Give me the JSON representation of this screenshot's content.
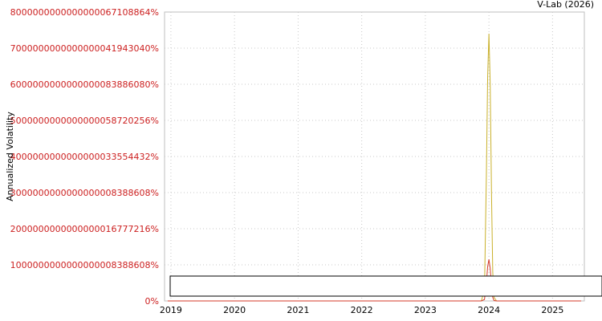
{
  "chart_data": {
    "type": "line",
    "title": "",
    "credit": "V-Lab (2026)",
    "xlabel": "",
    "ylabel": "Annualized Volatility",
    "x_ticks": [
      "2019",
      "2020",
      "2021",
      "2022",
      "2023",
      "2024",
      "2025"
    ],
    "y_ticks": [
      "0%",
      "1000000000000000008388608%",
      "2000000000000000016777216%",
      "3000000000000000008388608%",
      "4000000000000000033554432%",
      "5000000000000000058720256%",
      "6000000000000000083886080%",
      "7000000000000000041943040%",
      "8000000000000000067108864%"
    ],
    "xlim": [
      2018.9,
      2025.5
    ],
    "ylim": [
      0,
      8e+24
    ],
    "grid": true,
    "legend": "bottom",
    "legend_entries": [],
    "series": [
      {
        "color": "#c9b02a",
        "x": [
          2018.95,
          2023.5,
          2023.88,
          2023.93,
          2023.96,
          2023.98,
          2024.0,
          2024.02,
          2024.04,
          2024.06,
          2024.08,
          2024.12,
          2024.2,
          2025.45
        ],
        "y": [
          0,
          0,
          0,
          3e+23,
          3.5e+24,
          6.2e+24,
          7.4e+24,
          6e+24,
          3e+24,
          8e+23,
          1e+23,
          0,
          0,
          0
        ]
      },
      {
        "color": "#d43a2a",
        "x": [
          2018.95,
          2023.5,
          2023.88,
          2023.93,
          2023.96,
          2023.98,
          2024.0,
          2024.02,
          2024.04,
          2024.06,
          2024.08,
          2024.12,
          2024.2,
          2025.45
        ],
        "y": [
          0,
          0,
          0,
          4e+22,
          5e+23,
          9.5e+23,
          1.15e+24,
          9e+23,
          4.5e+23,
          1e+23,
          1e+22,
          0,
          0,
          0
        ]
      }
    ]
  }
}
